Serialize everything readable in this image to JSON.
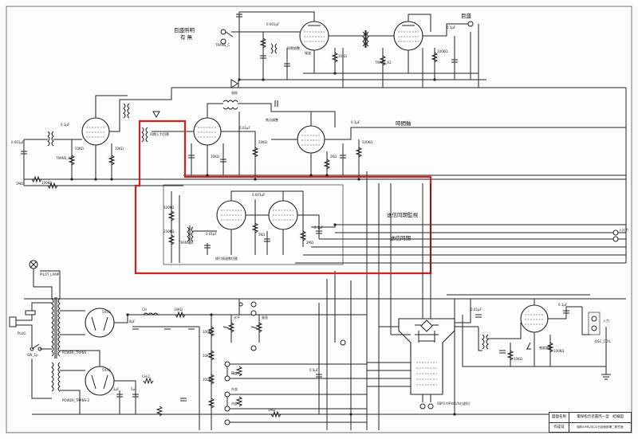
{
  "labels": {
    "sweep_ctrl_1": "目盛照明",
    "sweep_ctrl_2": "有 無",
    "scale_light": "目盛",
    "time_axis": "時間軸",
    "sync_level": "送信同期監視",
    "sync": "送信同期",
    "power_in": "PLUG",
    "switch": "SW_1p",
    "pilot": "PILOT_LAMP",
    "rect1": "5X4G",
    "rect2": "5X4G",
    "ptrans": "POWER_TRANS",
    "ptrans2": "POWER_TRANS-2",
    "crt": "5BP1-Y/P4(1/4の波形)",
    "crt_short": "SBP1",
    "out_term": "入出力",
    "in_term": "入力",
    "focus": "焦点調整",
    "h_pos": "水平",
    "v_pos": "垂直",
    "intensity": "輝度",
    "gain": "感度調整",
    "sweep_sel": "掃引周波数切替",
    "sync_sel": "同期入力切替",
    "hold": "同期調整",
    "ext": "外部",
    "int": "内部",
    "c1": "0.001μF",
    "c2": "0.1μF",
    "c3": "0.01μF",
    "c4": "0.5μF",
    "c5": "5μF",
    "c6": "8μF",
    "c7": "1μF",
    "r1": "1MΩ",
    "r2": "100KΩ",
    "r3": "50KΩ",
    "r4": "10KΩ",
    "r5": "2KΩ",
    "r6": "500KΩ",
    "r7": "250KΩ",
    "r8": "20KΩ",
    "r9": "5KΩ",
    "r10": "2MΩ",
    "t1": "TRANS_A1",
    "t2": "TRANS_A2",
    "t3": "TRANS_B",
    "t4": "TRANS_C",
    "ch": "CH",
    "ch2": "CH-2",
    "osc": "OSC_COIL",
    "xtal": "発振",
    "det": "検波"
  },
  "title_block": {
    "drawing_name_label": "図面名称",
    "drawing_name": "電探指示装置丙一型　結線図",
    "date_label": "作成日",
    "date": "昭和19年2月22日技術部第二研究室"
  },
  "highlight_color": "#d42020"
}
